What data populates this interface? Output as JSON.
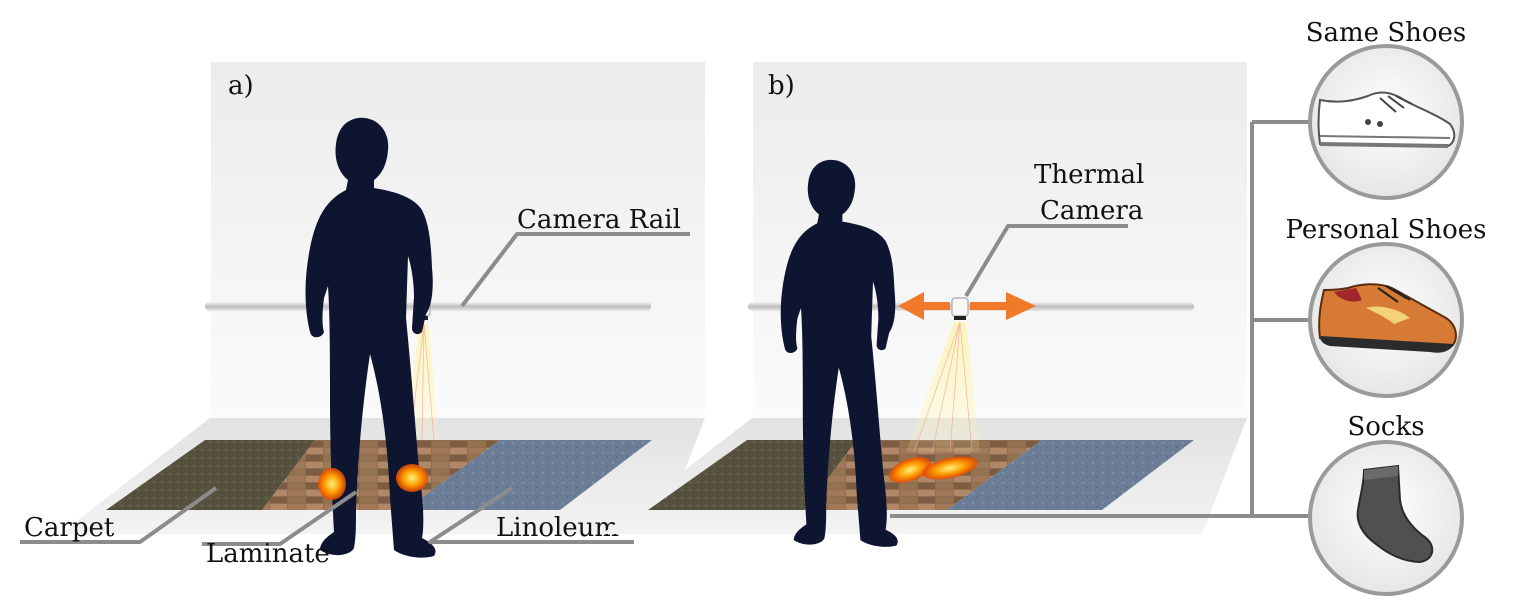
{
  "panels": [
    {
      "label": "a)"
    },
    {
      "label": "b)"
    }
  ],
  "labels": {
    "camera_rail": "Camera Rail",
    "thermal_camera_line1": "Thermal",
    "thermal_camera_line2": "Camera",
    "carpet": "Carpet",
    "laminate": "Laminate",
    "linoleum": "Linoleum"
  },
  "footwear": [
    {
      "label": "Same Shoes",
      "icon": "sneaker-icon"
    },
    {
      "label": "Personal Shoes",
      "icon": "leather-shoe-icon"
    },
    {
      "label": "Socks",
      "icon": "sock-icon"
    }
  ],
  "colors": {
    "silhouette": "#0e1530",
    "heat": "#ff8a00",
    "arrow": "#f07a2a",
    "leader": "#8c8c8c",
    "carpet": "#5c5648",
    "linoleum": "#6d7f98",
    "laminate": "#8a6a4f"
  }
}
